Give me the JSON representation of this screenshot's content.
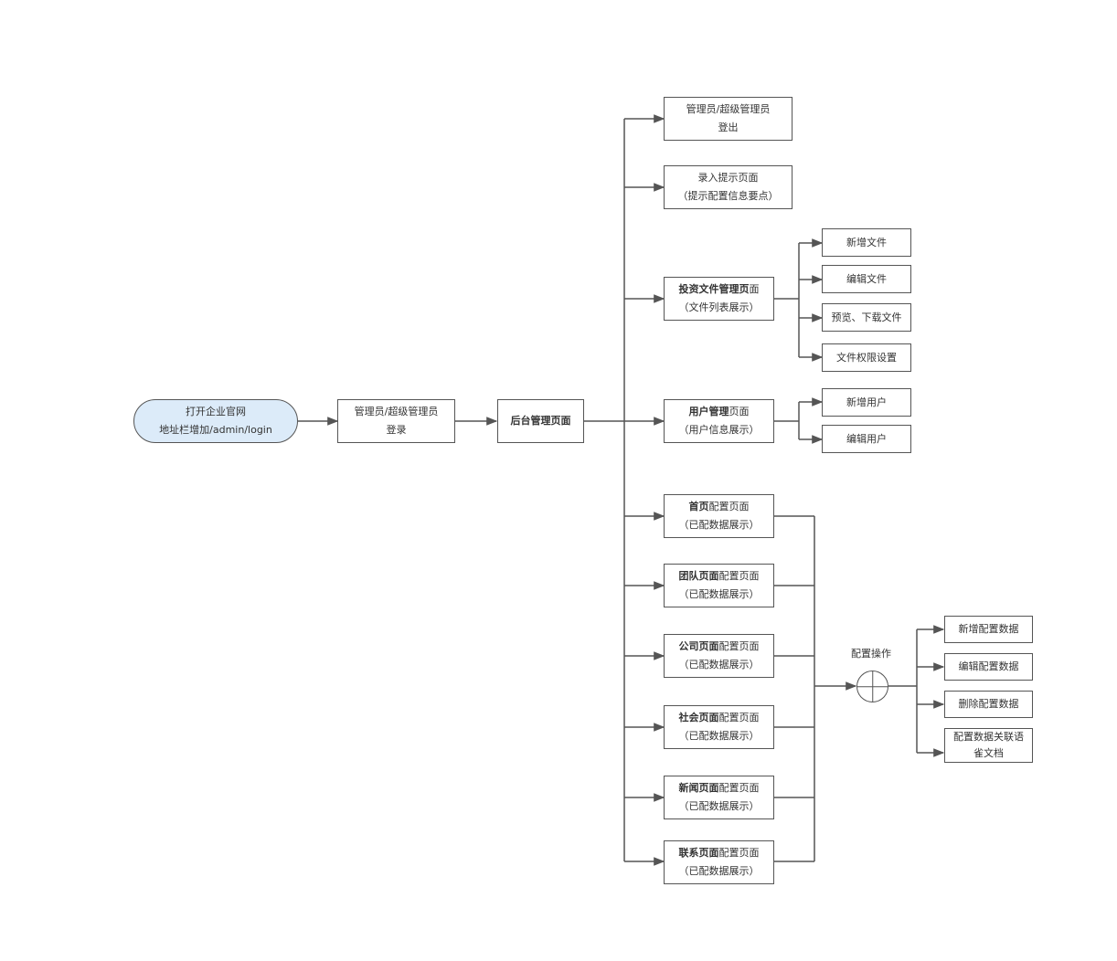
{
  "start": {
    "line1": "打开企业官网",
    "line2": "地址栏增加/admin/login"
  },
  "login": {
    "line1": "管理员/超级管理员",
    "line2": "登录"
  },
  "backend": {
    "label": "后台管理页面"
  },
  "logout": {
    "line1": "管理员/超级管理员",
    "line2": "登出"
  },
  "hint": {
    "line1": "录入提示页面",
    "line2": "（提示配置信息要点）"
  },
  "invest": {
    "bold": "投资文件管理页",
    "rest": "面",
    "line2": "（文件列表展示）"
  },
  "invest_actions": [
    "新增文件",
    "编辑文件",
    "预览、下载文件",
    "文件权限设置"
  ],
  "user": {
    "bold": "用户管理",
    "rest": "页面",
    "line2": "（用户信息展示）"
  },
  "user_actions": [
    "新增用户",
    "编辑用户"
  ],
  "config_pages": [
    {
      "bold": "首页",
      "rest": "配置页面",
      "line2": "（已配数据展示）"
    },
    {
      "bold": "团队页面",
      "rest": "配置页面",
      "line2": "（已配数据展示）"
    },
    {
      "bold": "公司页面",
      "rest": "配置页面",
      "line2": "（已配数据展示）"
    },
    {
      "bold": "社会页面",
      "rest": "配置页面",
      "line2": "（已配数据展示）"
    },
    {
      "bold": "新闻页面",
      "rest": "配置页面",
      "line2": "（已配数据展示）"
    },
    {
      "bold": "联系页面",
      "rest": "配置页面",
      "line2": "（已配数据展示）"
    }
  ],
  "config_op": {
    "label": "配置操作"
  },
  "config_actions": [
    {
      "line1": "新增配置数据",
      "line2": ""
    },
    {
      "line1": "编辑配置数据",
      "line2": ""
    },
    {
      "line1": "删除配置数据",
      "line2": ""
    },
    {
      "line1": "配置数据关联语",
      "line2": "雀文档"
    }
  ]
}
